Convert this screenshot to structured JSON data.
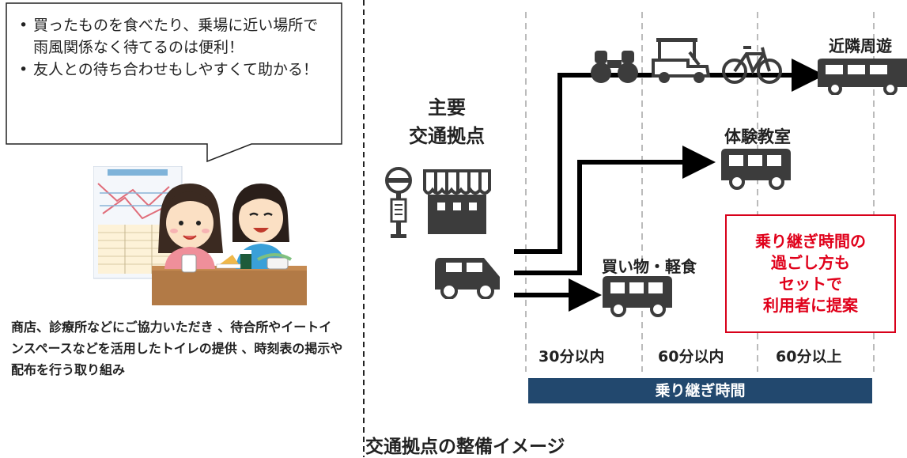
{
  "speech_bubble": {
    "items": [
      "買ったものを食べたり、乗場に近い場所で雨風関係なく待てるのは便利！",
      "友人との待ち合わせもしやすくて助かる！"
    ]
  },
  "description": "商店、診療所などにご協力いただき 、待合所やイートインスペースなどを活用したトイレの提供 、時刻表の掲示や配布を行う取り組み",
  "hub_title": "主要\n交通拠点",
  "destinations": {
    "top": "近隣周遊",
    "middle": "体験教室",
    "bottom": "買い物・軽食"
  },
  "callout": "乗り継ぎ時間の\n過ごし方も\nセットで\n利用者に提案",
  "time_ranges": [
    "30分以内",
    "60分以内",
    "60分以上"
  ],
  "time_axis_label": "乗り継ぎ時間",
  "caption": "交通拠点の整備イメージ",
  "colors": {
    "accent_red": "#e0001a",
    "bar_navy": "#22486e",
    "icon_gray": "#3c3c3c"
  },
  "icons": [
    "binoculars-icon",
    "golf-cart-icon",
    "bicycle-icon",
    "bus-icon",
    "bus-stop-icon",
    "shop-icon",
    "car-icon"
  ]
}
